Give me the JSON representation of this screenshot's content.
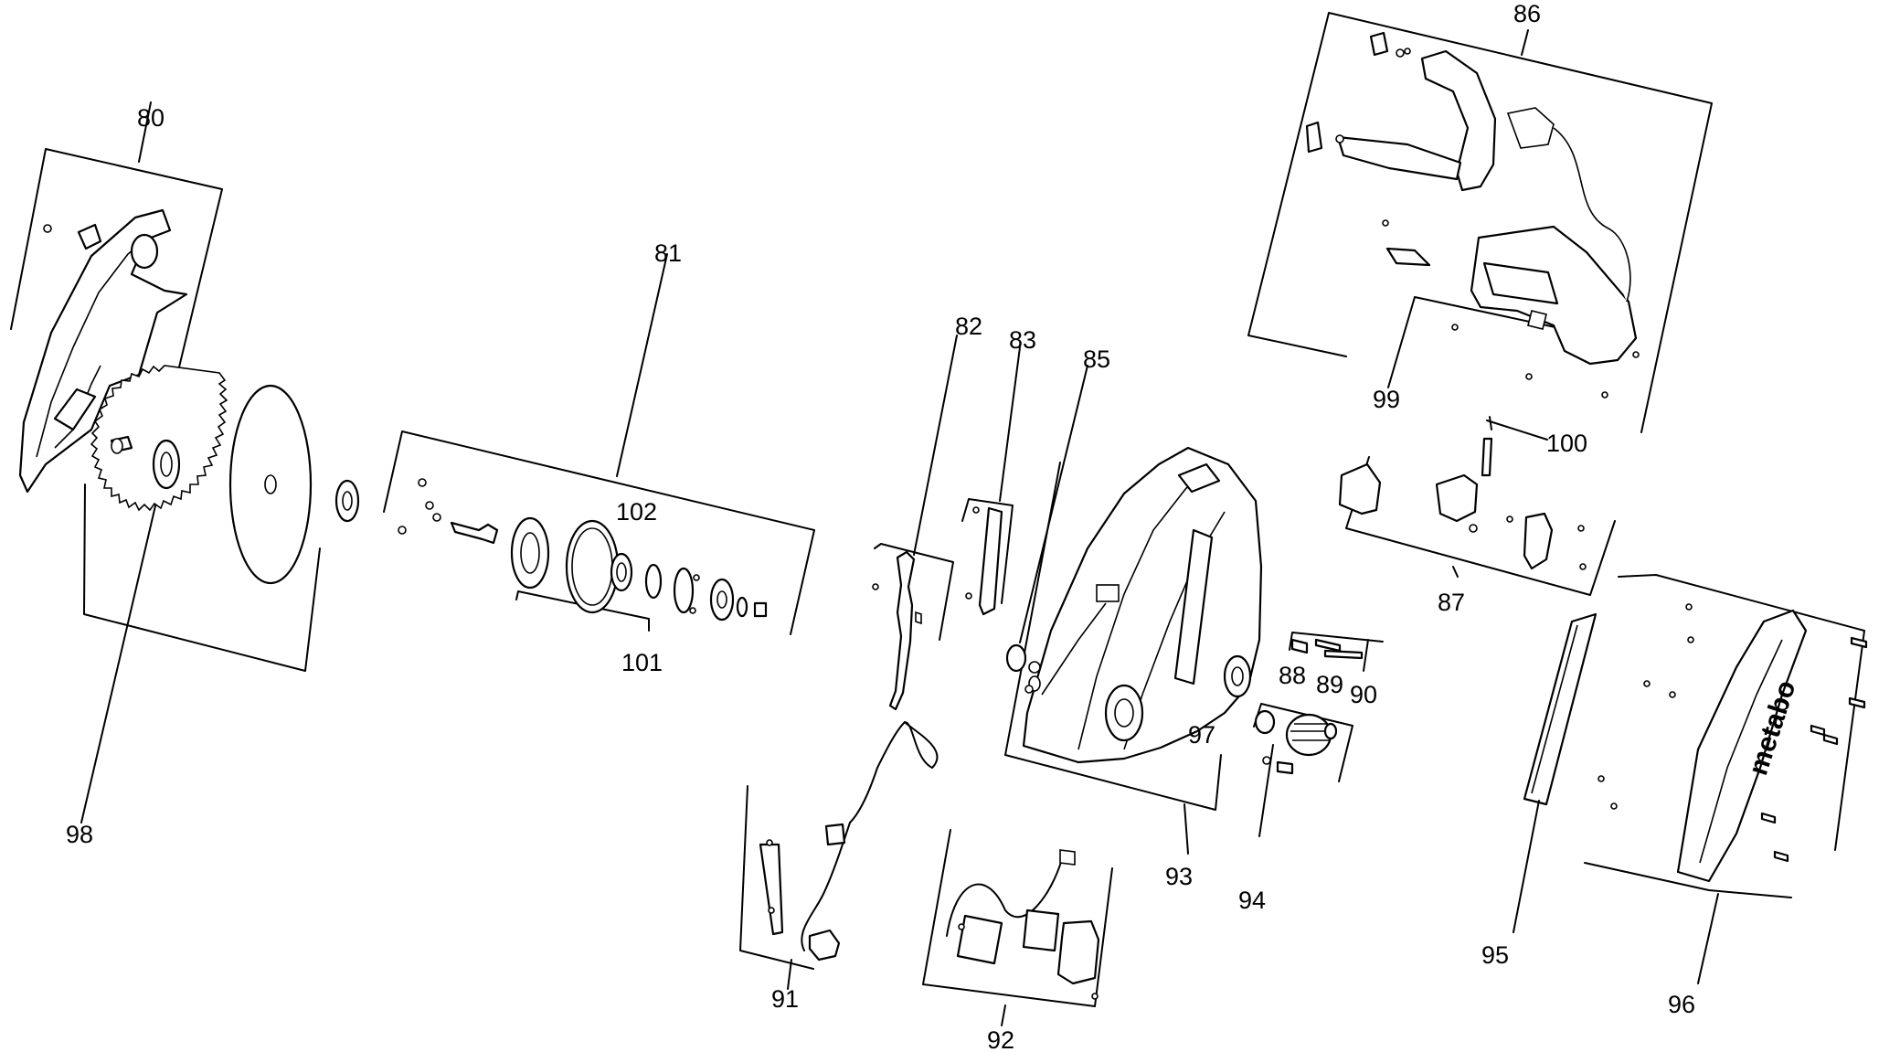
{
  "diagram": {
    "type": "exploded-parts-view",
    "callouts": [
      "80",
      "81",
      "82",
      "83",
      "85",
      "86",
      "87",
      "88",
      "89",
      "90",
      "91",
      "92",
      "93",
      "94",
      "95",
      "96",
      "97",
      "98",
      "99",
      "100",
      "101",
      "102"
    ],
    "brand_mark": "metabo"
  }
}
